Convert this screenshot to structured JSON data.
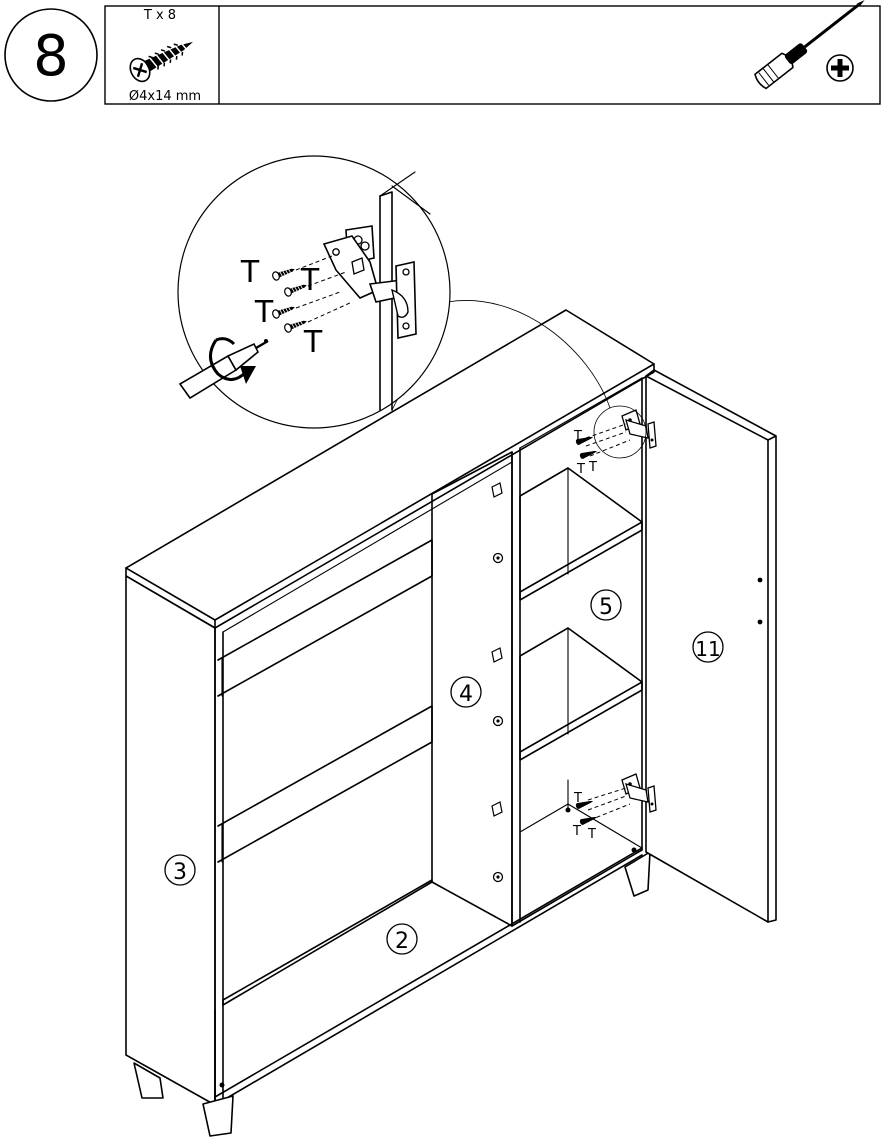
{
  "step": {
    "number": "8"
  },
  "parts_box": {
    "quantity_label": "T x 8",
    "size_label": "Ø4x14 mm",
    "screw_icon": "screw-icon",
    "tool_icon": "phillips-screwdriver-icon"
  },
  "detail": {
    "screw_labels": [
      "T",
      "T",
      "T",
      "T"
    ],
    "hinge_icon": "cabinet-hinge-icon",
    "rotate_icon": "clockwise-rotate-arrow-icon"
  },
  "hinge_labels": {
    "upper": [
      "T",
      "T",
      "T"
    ],
    "lower": [
      "T",
      "T",
      "T"
    ]
  },
  "part_labels": {
    "side_panel": "3",
    "bottom_panel": "2",
    "divider_panel": "4",
    "shelf": "5",
    "door": "11"
  }
}
